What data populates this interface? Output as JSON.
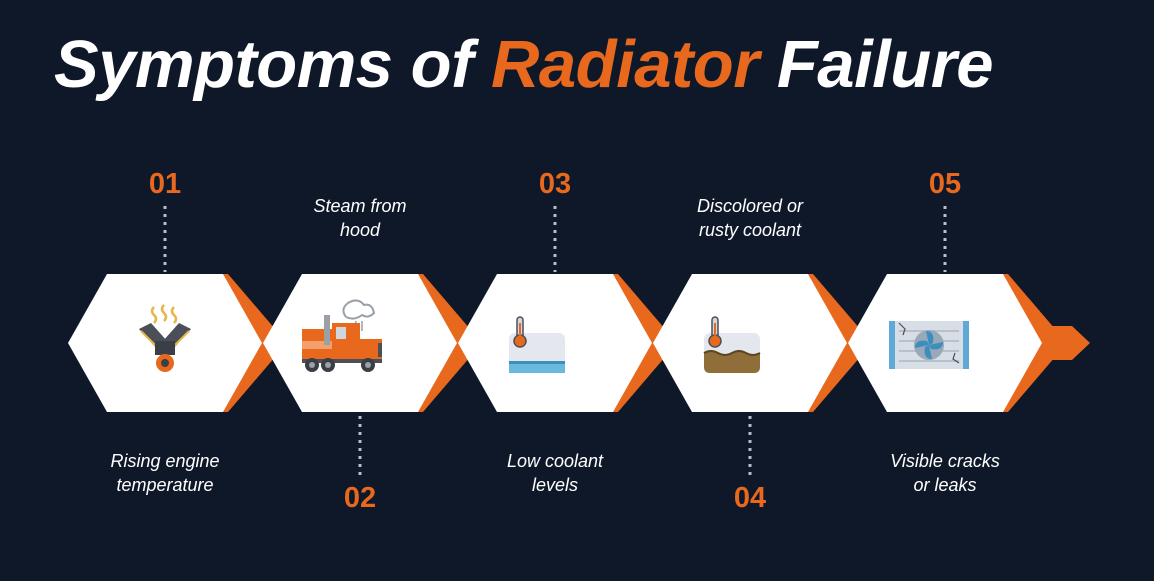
{
  "title": {
    "prefix": "Symptoms of ",
    "highlight": "Radiator",
    "suffix": " Failure"
  },
  "colors": {
    "background": "#0f1829",
    "accent": "#e8691e",
    "hexagon": "#ffffff",
    "dots": "#b9bec7"
  },
  "steps": [
    {
      "number": "01",
      "line1": "Rising engine",
      "line2": "temperature",
      "icon": "engine-icon"
    },
    {
      "number": "02",
      "line1": "Steam from",
      "line2": "hood",
      "icon": "steaming-truck-icon"
    },
    {
      "number": "03",
      "line1": "Low coolant",
      "line2": "levels",
      "icon": "coolant-tank-low-icon"
    },
    {
      "number": "04",
      "line1": "Discolored or",
      "line2": "rusty coolant",
      "icon": "coolant-tank-rusty-icon"
    },
    {
      "number": "05",
      "line1": "Visible cracks",
      "line2": "or leaks",
      "icon": "cracked-radiator-icon"
    }
  ]
}
